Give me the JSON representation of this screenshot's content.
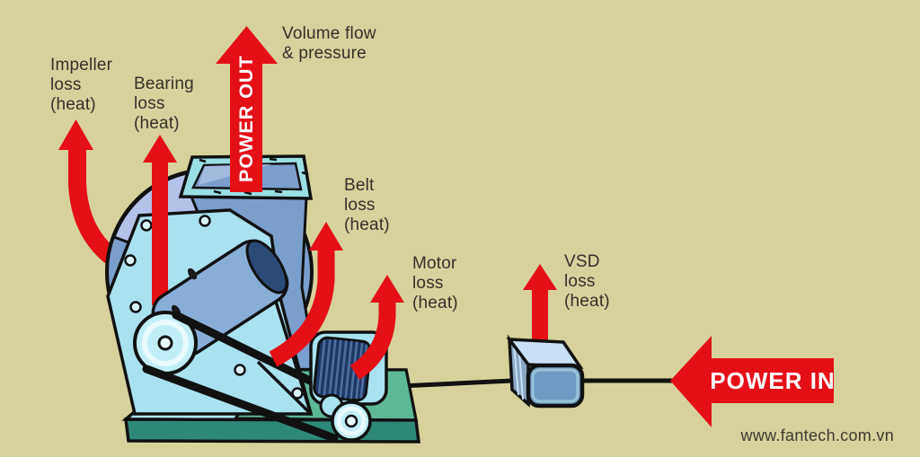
{
  "colors": {
    "background": "#d7d29c",
    "arrow_red": "#e50f16",
    "outline_black": "#111111",
    "label_text": "#35302a",
    "fan_plate_cyan": "#a9e2ef",
    "fan_scroll_slate_blue": "#7b9fcc",
    "fan_scroll_highlight": "#b4c2ea",
    "pulley_cyan": "#bfeef6",
    "bearing_steel_blue": "#88aed8",
    "motor_navy": "#1e3766",
    "base_top_teal": "#abe7f0",
    "base_front_teal": "#2e8878",
    "motor_platform_green": "#5db995",
    "flange_teal": "#9adfe3",
    "vsd_top_blue": "#c9e0f5",
    "vsd_front_blue": "#6f9cc6"
  },
  "labels": {
    "impeller_loss": "Impeller\nloss\n(heat)",
    "bearing_loss": "Bearing\nloss\n(heat)",
    "volume_flow": "Volume flow\n& pressure",
    "belt_loss": "Belt\nloss\n(heat)",
    "motor_loss": "Motor\nloss\n(heat)",
    "vsd_loss": "VSD\nloss\n(heat)"
  },
  "arrows": {
    "power_out": "POWER OUT",
    "power_in": "POWER IN"
  },
  "watermark": "www.fantech.com.vn"
}
